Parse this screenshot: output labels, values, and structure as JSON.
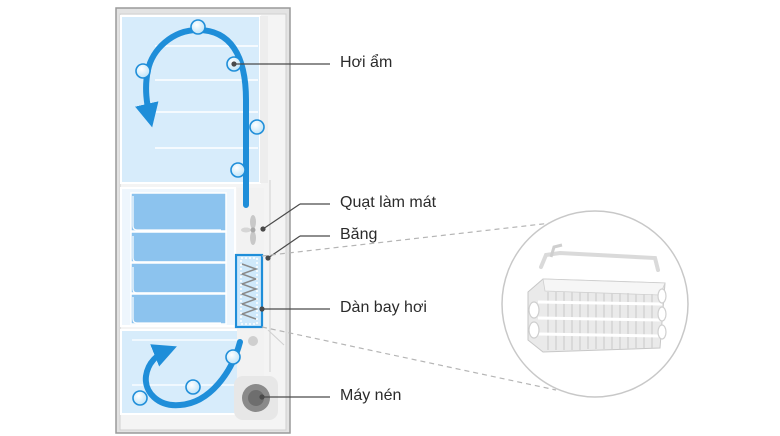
{
  "labels": {
    "moisture": "Hơi ẩm",
    "fan": "Quạt làm mát",
    "ice": "Băng",
    "evaporator": "Dàn bay hơi",
    "compressor": "Máy nén"
  },
  "colors": {
    "cabinet_wall": "#e3e3e3",
    "cabinet_border": "#9a9a9a",
    "compartment_light": "#d7ecfb",
    "drawer_blue": "#8cc3ee",
    "airflow": "#1f8ed9",
    "droplet": "#d8f0fc",
    "compressor": "#8a8a8a",
    "leader_line": "#4a4a4a"
  }
}
